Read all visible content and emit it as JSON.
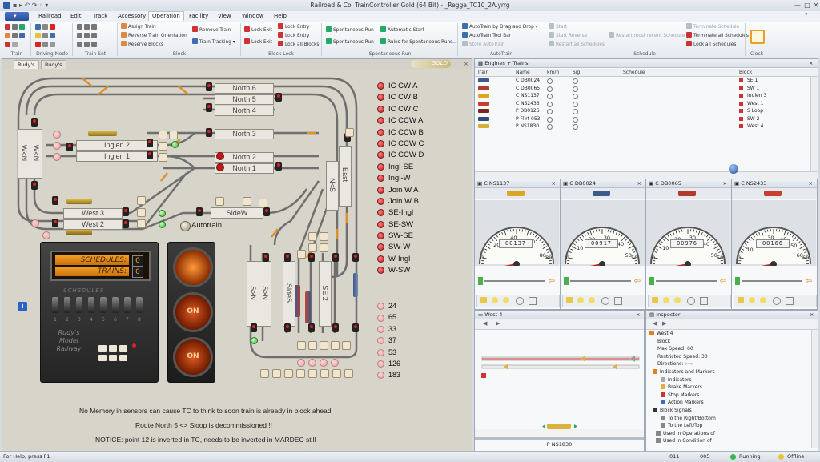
{
  "window": {
    "title": "Railroad & Co. TrainController Gold (64 Bit) - _Regge_TC10_2A.yrrg",
    "controls": [
      "—",
      "□",
      "✕"
    ]
  },
  "menu": [
    "Railroad",
    "Edit",
    "Track",
    "Accessory",
    "Operation",
    "Facility",
    "View",
    "Window",
    "Help"
  ],
  "menu_active": "Operation",
  "ribbon": {
    "groups": [
      {
        "label": "Train"
      },
      {
        "label": "Driving Mode"
      },
      {
        "label": "Train Set"
      },
      {
        "label": "Block"
      },
      {
        "label": "Block Lock"
      },
      {
        "label": "Spontaneous Run"
      },
      {
        "label": "AutoTrain"
      },
      {
        "label": "Schedule"
      },
      {
        "label": "Clock"
      }
    ],
    "block_items": [
      "Assign Train",
      "Reverse Train Orientation",
      "Reserve Blocks",
      "Remove Train",
      "Train Tracking"
    ],
    "lock_items": [
      "Lock Exit",
      "Lock Exit",
      "Lock Entry",
      "Lock Entry",
      "Lock all Blocks"
    ],
    "spont_items": [
      "Spontaneous Run",
      "Spontaneous Run",
      "Automatic Start",
      "Rules for Spontaneous Runs..."
    ],
    "auto_items": [
      "AutoTrain by Drag and Drop",
      "AutoTrain Tool Bar",
      "Store AutoTrain"
    ],
    "sched_items": [
      "Start",
      "Start Reverse",
      "Restart all Schedules",
      "Restart most recent Schedule",
      "Terminate Schedule",
      "Terminate all Schedules",
      "Lock all Schedules"
    ]
  },
  "switchboard": {
    "tabs": [
      "Rudy's",
      "Rudy's"
    ],
    "logo": "GOLD",
    "blocks": {
      "north6": "North 6",
      "north5": "North 5",
      "north4": "North 4",
      "north3": "North 3",
      "north2": "North 2",
      "north1": "North 1",
      "inglen2": "Inglen 2",
      "inglen1": "Inglen 1",
      "west3": "West 3",
      "west2": "West 2",
      "sidew": "SideW",
      "east": "East",
      "wn": "W<N",
      "ns_east": "N<S",
      "sn1": "S>N",
      "sn2": "S>N",
      "sides": "SideS",
      "se2": "SE 2"
    },
    "routes": [
      "IC CW A",
      "IC CW B",
      "IC CW C",
      "IC CCW A",
      "IC CCW B",
      "IC CCW C",
      "IC CCW D",
      "Ingl-SE",
      "Ingl-W",
      "Join W A",
      "Join W B",
      "SE-Ingl",
      "SE-SW",
      "SW-SE",
      "SW-W",
      "W-Ingl",
      "W-SW"
    ],
    "numbers": [
      "24",
      "65",
      "33",
      "37",
      "53",
      "126",
      "183"
    ],
    "autotrain": "Autotrain",
    "schedule_display": {
      "line1": "SCHEDULES:",
      "line2": "TRAINS:",
      "v1": "0",
      "v2": "0"
    },
    "panel_script": [
      "SCHEDULES",
      "Rudy's",
      "Model",
      "Railway"
    ],
    "numbers_row": [
      "1",
      "2",
      "3",
      "4",
      "5",
      "6",
      "7",
      "8"
    ],
    "on_labels": [
      "ON",
      "ON"
    ],
    "notes": [
      "No Memory in sensors can cause TC to think to soon train is already in  block ahead",
      "Route North 5 <> Sloop is decommissioned !!",
      "NOTICE: point 12 is inverted in TC, needs to be inverted in MARDEC still"
    ]
  },
  "engines": {
    "title": "Engines + Trains",
    "columns": [
      "Train",
      "Name",
      "km/h",
      "Sig.",
      "Schedule",
      "Block"
    ],
    "rows": [
      {
        "name": "C DB0024",
        "block": "SE 1",
        "color": "#3e5a8a"
      },
      {
        "name": "C DB0065",
        "block": "SW 1",
        "color": "#b33b2e"
      },
      {
        "name": "C NS1137",
        "block": "Inglen 3",
        "color": "#d9a820"
      },
      {
        "name": "C NS2433",
        "block": "West 1",
        "color": "#c64030"
      },
      {
        "name": "P DB0126",
        "block": "S Loop",
        "color": "#7a2424"
      },
      {
        "name": "P Flirt 053",
        "block": "SW 2",
        "color": "#2e4b7a"
      },
      {
        "name": "P NS1830",
        "block": "West 4",
        "color": "#d2b236"
      }
    ]
  },
  "gauges": [
    {
      "title": "C NS1137",
      "odo": "00137",
      "ticks": [
        "20",
        "40",
        "60",
        "80"
      ],
      "inner": [
        "0",
        "40"
      ],
      "max": "80",
      "speed": 0
    },
    {
      "title": "C DB0024",
      "odo": "00917",
      "ticks": [
        "10",
        "20",
        "30",
        "40",
        "50"
      ],
      "inner": [
        "0"
      ],
      "max": "50",
      "speed": 0
    },
    {
      "title": "C DB0065",
      "odo": "00976",
      "ticks": [
        "10",
        "20",
        "30",
        "40",
        "50"
      ],
      "inner": [
        "0"
      ],
      "max": "50",
      "speed": 0
    },
    {
      "title": "C NS2433",
      "odo": "00166",
      "ticks": [
        "10",
        "20",
        "30",
        "40",
        "50",
        "60"
      ],
      "inner": [
        "0"
      ],
      "max": "60",
      "speed": 0
    }
  ],
  "block_window": {
    "title": "West 4",
    "train": "P NS1830"
  },
  "inspector": {
    "title": "Inspector",
    "lines": [
      "West 4",
      "Block",
      "Max Speed: 60",
      "Restricted Speed: 30",
      "Directions:",
      "Indicators and Markers",
      "Indicators",
      "Brake Markers",
      "Stop Markers",
      "Action Markers",
      "Block Signals",
      "To the Right/Bottom",
      "To the Left/Top",
      "Used in Operations of",
      "Used in Condition of"
    ]
  },
  "status": {
    "help": "For Help, press F1",
    "c1": "011",
    "c2": "005",
    "running": "Running",
    "offline": "Offline"
  }
}
